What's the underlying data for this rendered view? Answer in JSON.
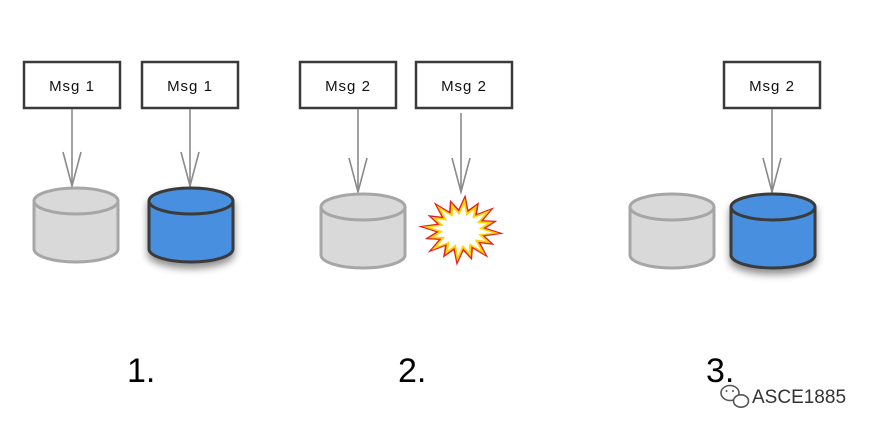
{
  "colors": {
    "gray_fill": "#d9d9d9",
    "gray_stroke": "#a6a6a6",
    "blue_fill": "#4a8fe0",
    "blue_stroke": "#3a3a3a",
    "arrow": "#8a8a8a",
    "box_stroke": "#3a3a3a",
    "burst_outer": "#e02020",
    "burst_mid": "#ffd400",
    "burst_inner": "#ffffff"
  },
  "scenarios": [
    {
      "step_label": "1.",
      "messages": [
        {
          "label": "Msg 1",
          "target": "db-left"
        },
        {
          "label": "Msg 1",
          "target": "db-right"
        }
      ],
      "databases": [
        {
          "name": "db-left",
          "state": "inactive",
          "color": "gray"
        },
        {
          "name": "db-right",
          "state": "active",
          "color": "blue"
        }
      ]
    },
    {
      "step_label": "2.",
      "messages": [
        {
          "label": "Msg 2",
          "target": "db-left"
        },
        {
          "label": "Msg 2",
          "target": "crash"
        }
      ],
      "databases": [
        {
          "name": "db-left",
          "state": "inactive",
          "color": "gray"
        },
        {
          "name": "crash",
          "state": "failed",
          "color": "burst"
        }
      ]
    },
    {
      "step_label": "3.",
      "messages": [
        {
          "label": "Msg 2",
          "target": "db-right"
        }
      ],
      "databases": [
        {
          "name": "db-left",
          "state": "inactive",
          "color": "gray"
        },
        {
          "name": "db-right",
          "state": "active",
          "color": "blue"
        }
      ]
    }
  ],
  "watermark": {
    "icon": "wechat-icon",
    "text": "ASCE1885"
  }
}
